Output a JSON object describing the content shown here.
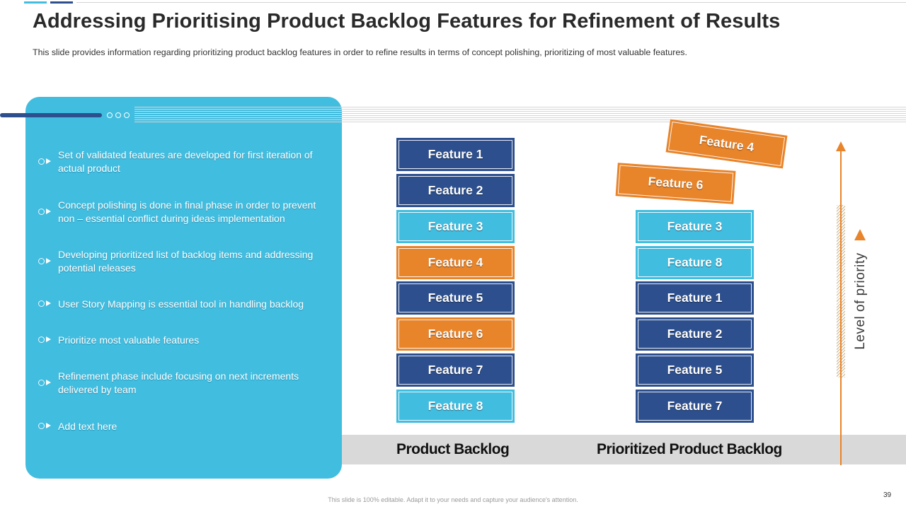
{
  "slide": {
    "title": "Addressing Prioritising Product Backlog Features for Refinement of Results",
    "subtitle": "This slide provides information regarding prioritizing product backlog features in order to refine results in terms of concept polishing, prioritizing of most valuable features.",
    "page_number": "39",
    "footer_note": "This slide is 100% editable. Adapt it to your needs and capture your audience's attention."
  },
  "bullets": [
    "Set of validated features are developed for first iteration of actual product",
    "Concept polishing is done in final phase in order to prevent non – essential conflict during ideas implementation",
    "Developing prioritized list of backlog items and addressing potential releases",
    "User Story Mapping is essential tool in handling backlog",
    "Prioritize most valuable features",
    "Refinement phase include focusing on next increments delivered by team",
    "Add text here"
  ],
  "columns": {
    "product_backlog": {
      "label": "Product Backlog",
      "items": [
        {
          "label": "Feature 1",
          "color": "navy"
        },
        {
          "label": "Feature 2",
          "color": "navy"
        },
        {
          "label": "Feature 3",
          "color": "cyan"
        },
        {
          "label": "Feature 4",
          "color": "orange"
        },
        {
          "label": "Feature 5",
          "color": "navy"
        },
        {
          "label": "Feature 6",
          "color": "orange"
        },
        {
          "label": "Feature 7",
          "color": "navy"
        },
        {
          "label": "Feature 8",
          "color": "cyan"
        }
      ]
    },
    "prioritized_backlog": {
      "label": "Prioritized Product Backlog",
      "items": [
        {
          "label": "Feature 3",
          "color": "cyan"
        },
        {
          "label": "Feature 8",
          "color": "cyan"
        },
        {
          "label": "Feature 1",
          "color": "navy"
        },
        {
          "label": "Feature 2",
          "color": "navy"
        },
        {
          "label": "Feature 5",
          "color": "navy"
        },
        {
          "label": "Feature 7",
          "color": "navy"
        }
      ],
      "lifted_items": [
        {
          "label": "Feature 4",
          "color": "orange"
        },
        {
          "label": "Feature 6",
          "color": "orange"
        }
      ]
    }
  },
  "priority_axis": {
    "label": "Level of priority"
  },
  "colors": {
    "navy": "#2d4f8e",
    "cyan": "#41bde0",
    "orange": "#e8842a"
  }
}
